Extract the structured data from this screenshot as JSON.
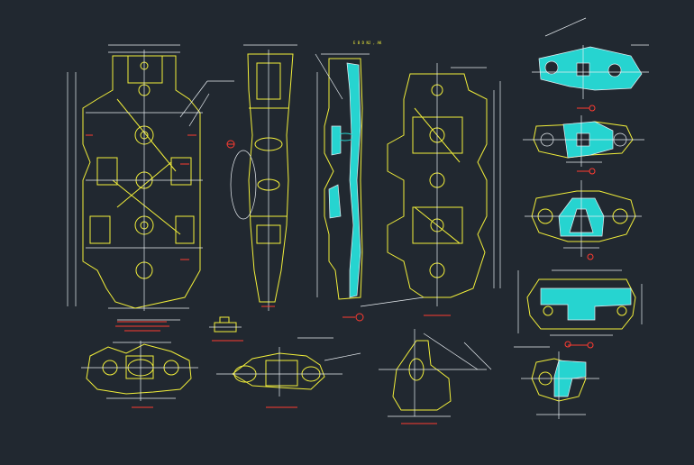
{
  "colors": {
    "background": "#212830",
    "outline": "#f2ef3a",
    "dimension": "#e9eef2",
    "section_fill": "#26d4d0",
    "caption": "#ff3b30"
  },
  "labels": {
    "top_note": "E B D NJ ,  AK"
  },
  "view_names": [
    "front-view",
    "side-view",
    "section-view",
    "rear-view",
    "section-a",
    "section-b",
    "section-c",
    "section-d",
    "bottom-left-view",
    "small-detail",
    "center-detail",
    "center-bottom-view",
    "bottom-right-view"
  ]
}
